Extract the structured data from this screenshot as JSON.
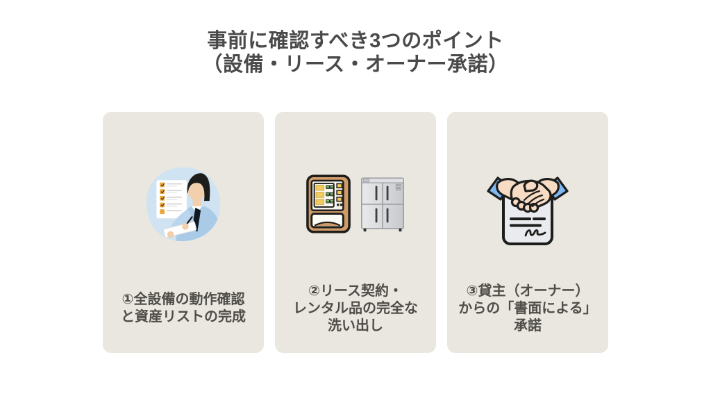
{
  "page": {
    "title": "事前に確認すべき3つのポイント\n（設備・リース・オーナー承諾）",
    "title_color": "#4a4a4a",
    "background": "#ffffff"
  },
  "cards": [
    {
      "number": "①",
      "label": "①全設備の動作確認\nと資産リストの完成",
      "icon": "checklist-person-icon",
      "background": "#eae7e0"
    },
    {
      "number": "②",
      "label": "②リース契約・\nレンタル品の完全な\n洗い出し",
      "icon": "vending-machine-and-refrigerator-icon",
      "background": "#eae7e0"
    },
    {
      "number": "③",
      "label": "③貸主（オーナー）\nからの「書面による」\n承諾",
      "icon": "handshake-contract-icon",
      "background": "#eae7e0"
    }
  ],
  "colors": {
    "card_background": "#eae7e0",
    "card_text": "#4f4d49",
    "blob_blue": "#cfe3f2",
    "shirt_blue": "#a9cbe8",
    "sleeve_blue": "#b9d6ee",
    "skin": "#f2d0ae",
    "checkbox_amber": "#eba73c",
    "vending_tan": "#cf9b69",
    "vending_yellow": "#f2cb5e",
    "vending_green": "#8fc97c",
    "fridge_gray": "#d9dadc",
    "cuff_blue": "#7fb9f2",
    "hand_skin": "#f7dbc4",
    "document_gray": "#e9ebee",
    "outline_black": "#1d1d1b"
  }
}
